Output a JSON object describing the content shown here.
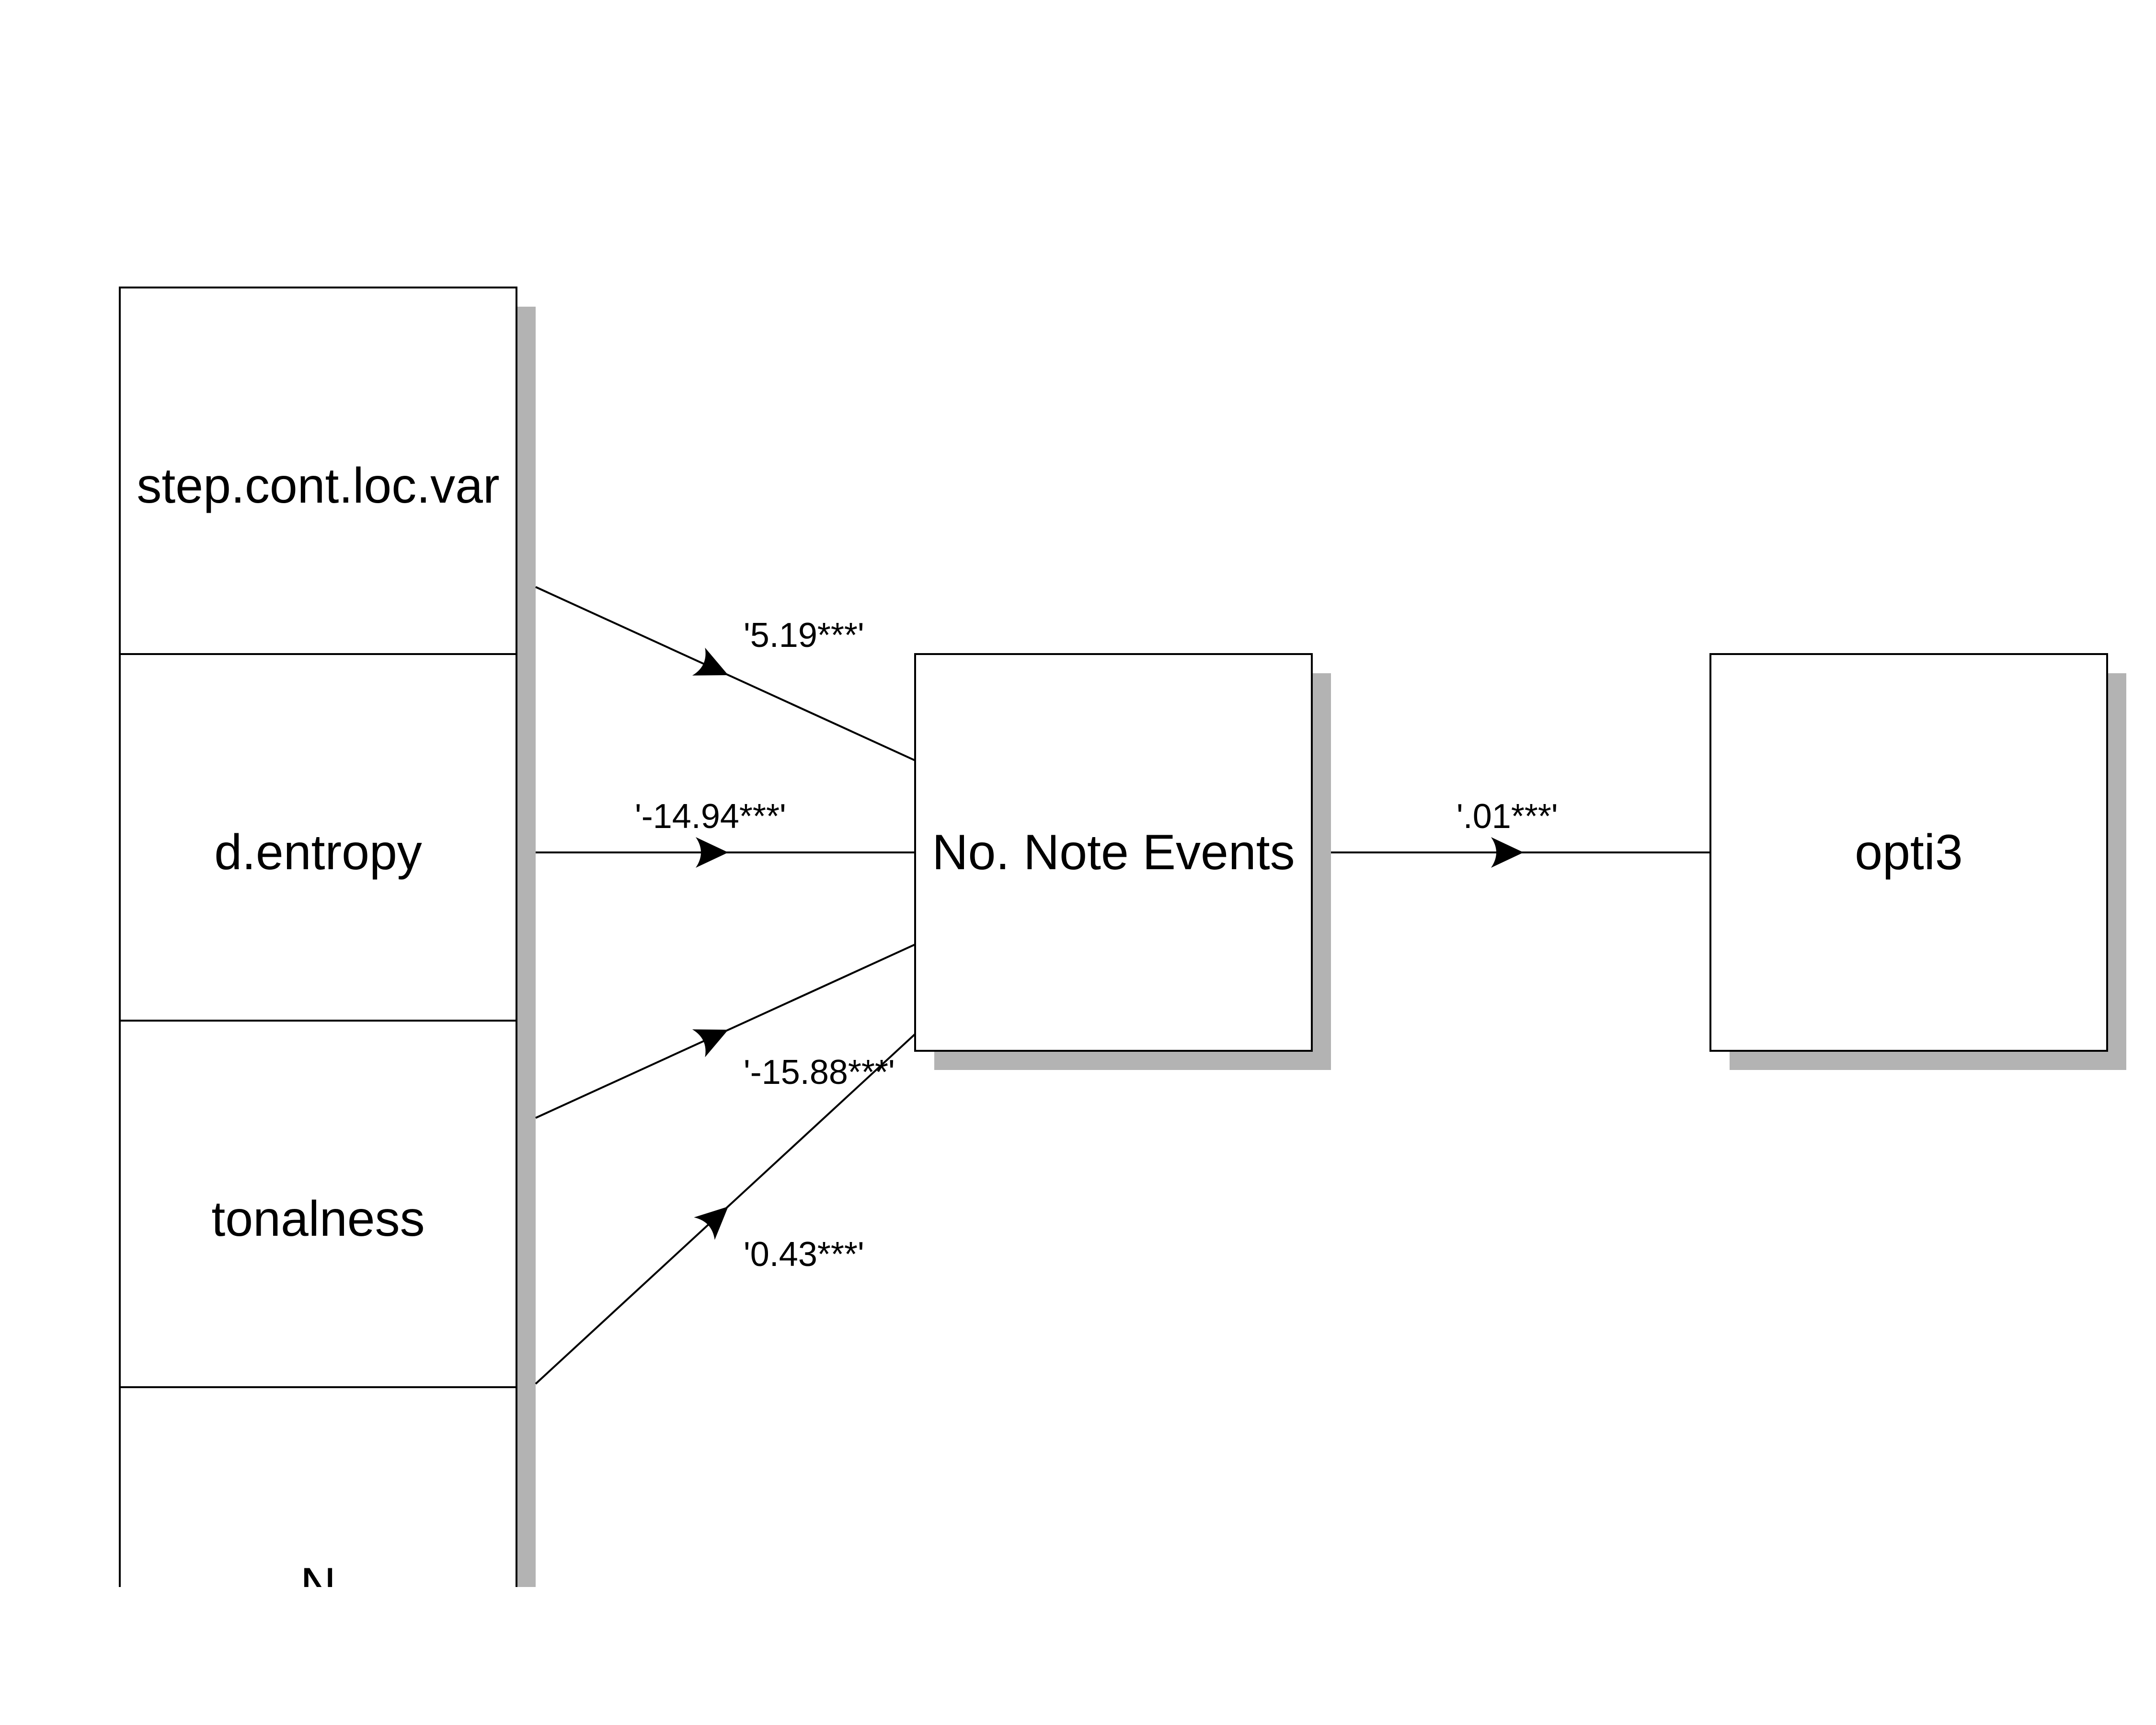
{
  "nodes": [
    {
      "id": "step",
      "label": "step.cont.loc.var"
    },
    {
      "id": "dent",
      "label": "d.entropy"
    },
    {
      "id": "tonal",
      "label": "tonalness"
    },
    {
      "id": "n",
      "label": "N"
    },
    {
      "id": "nne",
      "label": "No. Note Events"
    },
    {
      "id": "opti3",
      "label": "opti3"
    }
  ],
  "edges": [
    {
      "from": "step",
      "to": "nne",
      "label": "'5.19***'"
    },
    {
      "from": "dent",
      "to": "nne",
      "label": "'-14.94***'"
    },
    {
      "from": "tonal",
      "to": "nne",
      "label": "'-15.88***'"
    },
    {
      "from": "n",
      "to": "nne",
      "label": "'0.43***'"
    },
    {
      "from": "nne",
      "to": "opti3",
      "label": "'.01***'"
    }
  ],
  "colors": {
    "shadow": "#b3b3b3",
    "stroke": "#000000",
    "box_fill": "#ffffff"
  }
}
